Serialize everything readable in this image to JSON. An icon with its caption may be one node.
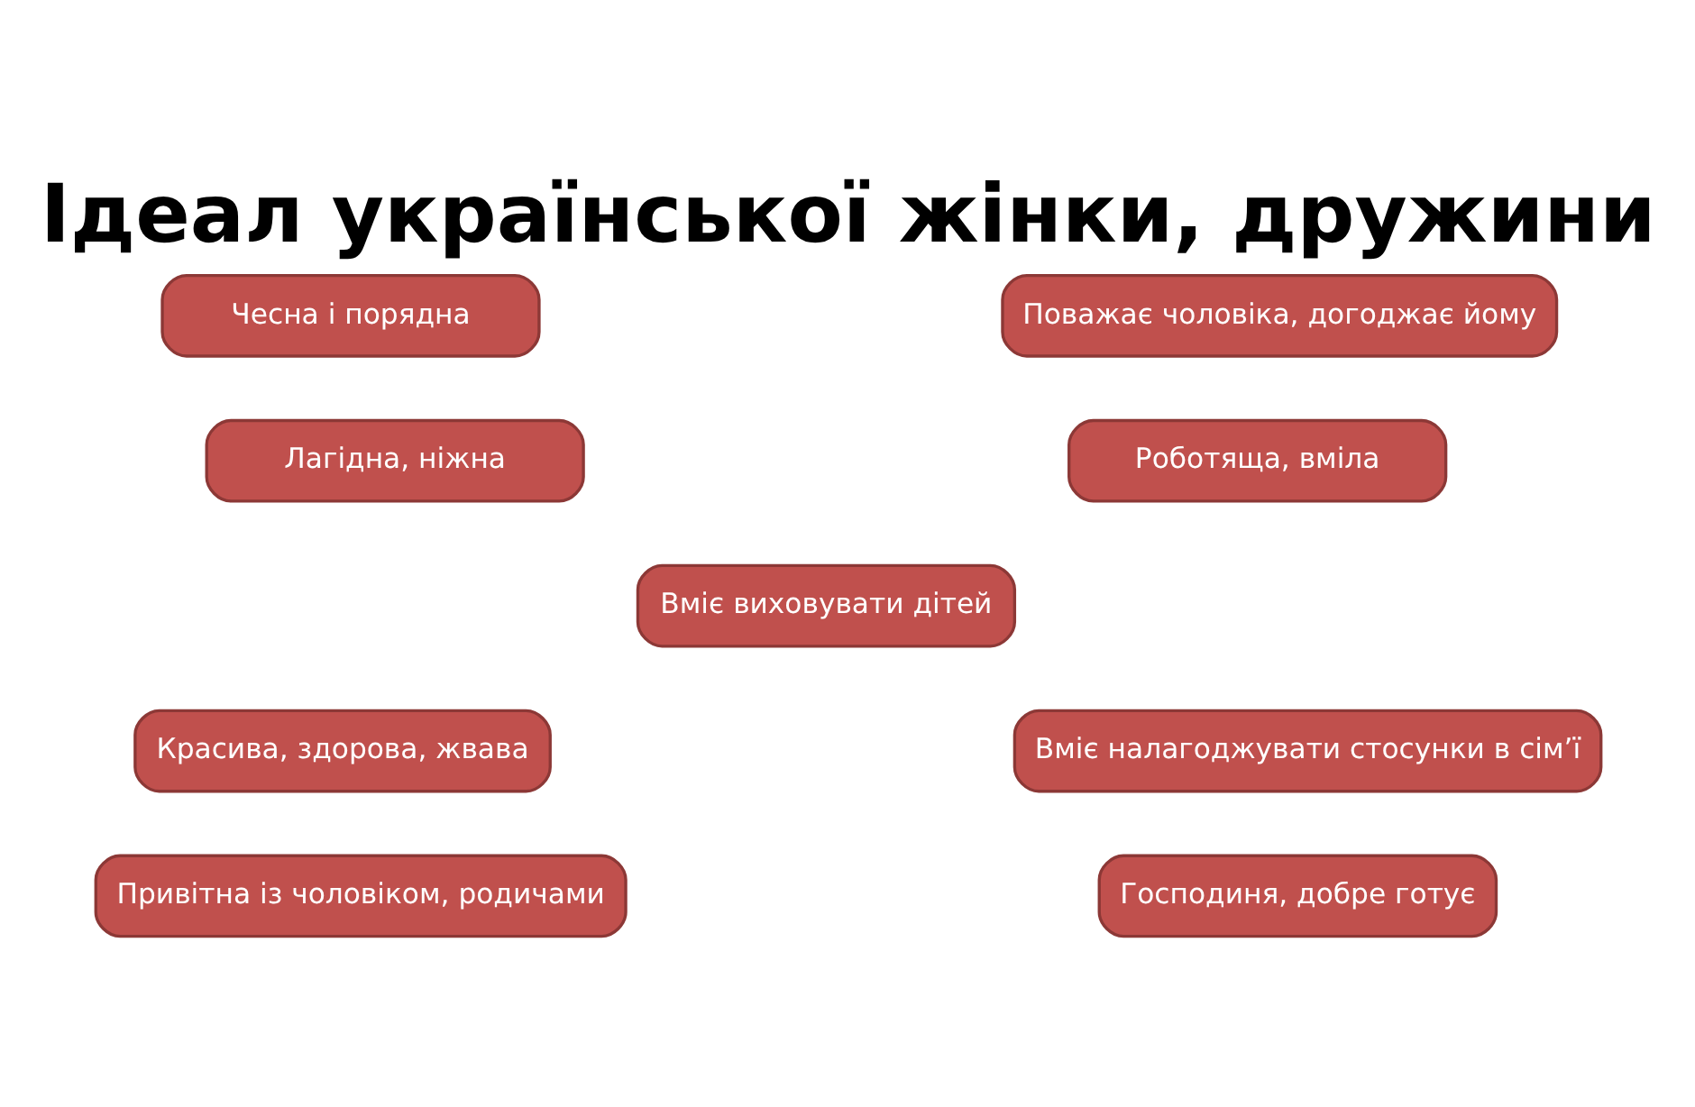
{
  "diagram": {
    "title": "Ідеал української жінки, дружини",
    "nodes": [
      {
        "text": [
          "Чесна і порядна"
        ]
      },
      {
        "text": [
          "Поважає чоловіка, догоджає йому"
        ]
      },
      {
        "text": [
          "Лагідна, ніжна"
        ]
      },
      {
        "text": [
          "Роботяща, вміла"
        ]
      },
      {
        "text": [
          "Вміє виховувати дітей"
        ]
      },
      {
        "text": [
          "Красива, здорова, жвава"
        ]
      },
      {
        "text": [
          "Вміє налагоджувати стосунки в сім’ї"
        ]
      },
      {
        "text": [
          "Привітна із чоловіком, родичами"
        ]
      },
      {
        "text": [
          "Господиня, добре готує"
        ]
      }
    ]
  }
}
